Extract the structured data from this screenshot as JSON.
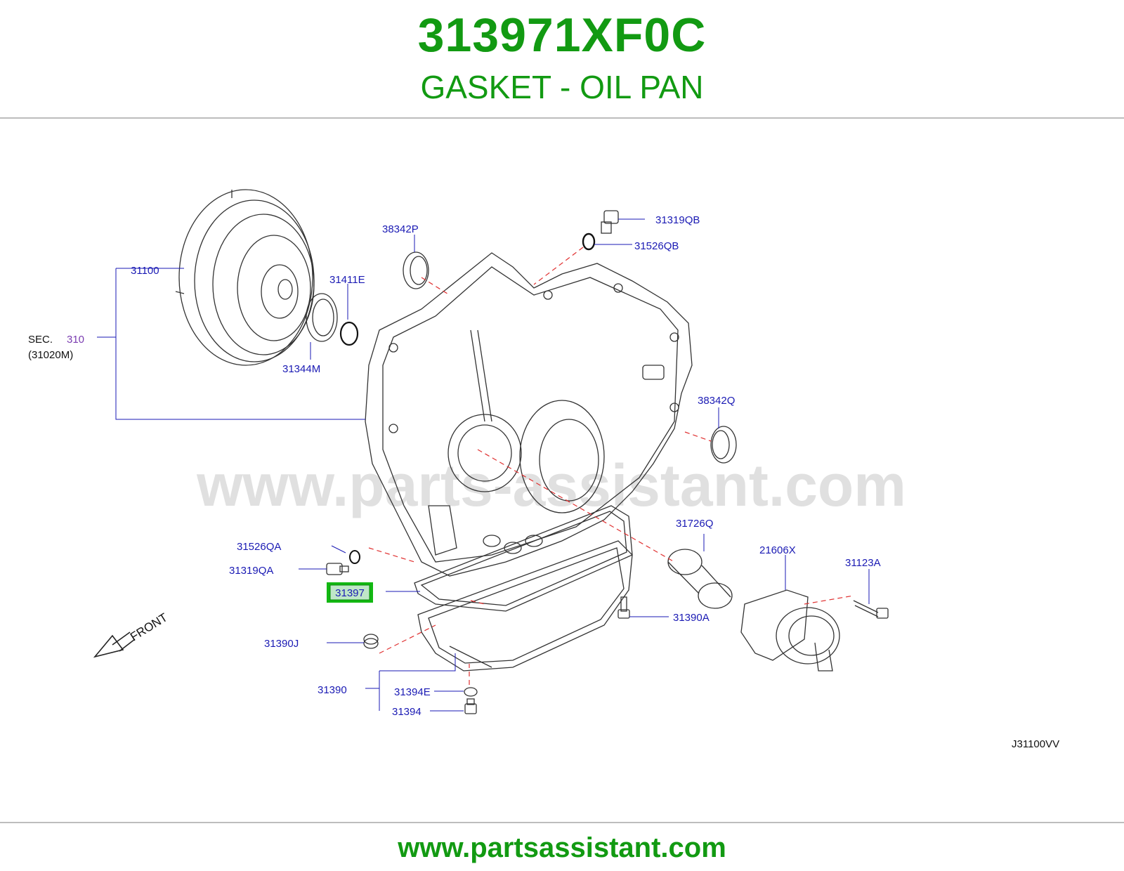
{
  "header": {
    "part_number": "313971XF0C",
    "part_name": "GASKET - OIL PAN"
  },
  "diagram": {
    "watermark": "www.parts-assistant.com",
    "diagram_code": "J31100VV",
    "front_label": "FRONT",
    "sec_label": "SEC.",
    "sec_number": "310",
    "sec_sub": "(31020M)",
    "highlight_color": "#12b812",
    "labels": {
      "p31100": "31100",
      "p38342P": "38342P",
      "p31411E": "31411E",
      "p31344M": "31344M",
      "p31319QB": "31319QB",
      "p31526QB": "31526QB",
      "p38342Q": "38342Q",
      "p31726Q": "31726Q",
      "p21606X": "21606X",
      "p31123A": "31123A",
      "p31526QA": "31526QA",
      "p31319QA": "31319QA",
      "p31397": "31397",
      "p31390A": "31390A",
      "p31390J": "31390J",
      "p31390": "31390",
      "p31394E": "31394E",
      "p31394": "31394"
    }
  },
  "footer": {
    "url": "www.partsassistant.com"
  }
}
